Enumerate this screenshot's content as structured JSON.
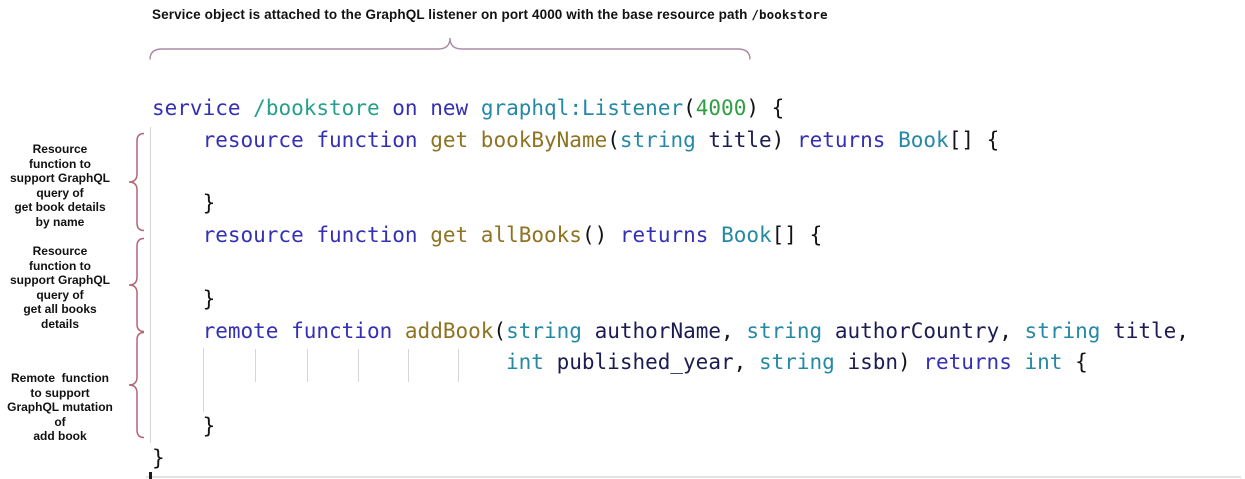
{
  "title": {
    "text": "Service object is attached to the GraphQL listener on port 4000 with the base resource path ",
    "code": "/bookstore"
  },
  "side_annotations": [
    {
      "lines": [
        "Resource",
        "function to",
        "support GraphQL",
        "query of",
        "get book details",
        "by name"
      ]
    },
    {
      "lines": [
        "Resource",
        "function to",
        "support GraphQL",
        "query of",
        "get all books",
        "details"
      ]
    },
    {
      "lines": [
        "Remote  function",
        "to support",
        "GraphQL mutation",
        "of",
        "add book"
      ]
    }
  ],
  "colors": {
    "annotation_text": "#111111",
    "brace_top": "#a98ba3",
    "brace_side": "#b36476",
    "indent_guide": "#d6d6d6",
    "kw": "#3430b4",
    "path": "#26a08c",
    "type": "#2589a5",
    "num": "#2f9e44",
    "fn": "#8e7322",
    "param": "#1c1c52",
    "plain": "#121217"
  },
  "code": {
    "lines": [
      [
        [
          "service",
          "kw"
        ],
        [
          " ",
          "plain"
        ],
        [
          "/bookstore",
          "path"
        ],
        [
          " ",
          "plain"
        ],
        [
          "on",
          "kw"
        ],
        [
          " ",
          "plain"
        ],
        [
          "new",
          "kw"
        ],
        [
          " ",
          "plain"
        ],
        [
          "graphql:Listener",
          "type"
        ],
        [
          "(",
          "plain"
        ],
        [
          "4000",
          "num"
        ],
        [
          ")",
          "plain"
        ],
        [
          " {",
          "plain"
        ]
      ],
      [
        [
          "    ",
          "plain"
        ],
        [
          "resource",
          "kw"
        ],
        [
          " ",
          "plain"
        ],
        [
          "function",
          "kw"
        ],
        [
          " ",
          "plain"
        ],
        [
          "get",
          "fn"
        ],
        [
          " ",
          "plain"
        ],
        [
          "bookByName",
          "fn"
        ],
        [
          "(",
          "plain"
        ],
        [
          "string",
          "type"
        ],
        [
          " ",
          "plain"
        ],
        [
          "title",
          "param"
        ],
        [
          ")",
          "plain"
        ],
        [
          " ",
          "plain"
        ],
        [
          "returns",
          "kw"
        ],
        [
          " ",
          "plain"
        ],
        [
          "Book",
          "type"
        ],
        [
          "[]",
          "plain"
        ],
        [
          " {",
          "plain"
        ]
      ],
      [],
      [
        [
          "    }",
          "plain"
        ]
      ],
      [
        [
          "    ",
          "plain"
        ],
        [
          "resource",
          "kw"
        ],
        [
          " ",
          "plain"
        ],
        [
          "function",
          "kw"
        ],
        [
          " ",
          "plain"
        ],
        [
          "get",
          "fn"
        ],
        [
          " ",
          "plain"
        ],
        [
          "allBooks",
          "fn"
        ],
        [
          "()",
          "plain"
        ],
        [
          " ",
          "plain"
        ],
        [
          "returns",
          "kw"
        ],
        [
          " ",
          "plain"
        ],
        [
          "Book",
          "type"
        ],
        [
          "[]",
          "plain"
        ],
        [
          " {",
          "plain"
        ]
      ],
      [],
      [
        [
          "    }",
          "plain"
        ]
      ],
      [
        [
          "    ",
          "plain"
        ],
        [
          "remote",
          "kw"
        ],
        [
          " ",
          "plain"
        ],
        [
          "function",
          "kw"
        ],
        [
          " ",
          "plain"
        ],
        [
          "addBook",
          "fn"
        ],
        [
          "(",
          "plain"
        ],
        [
          "string",
          "type"
        ],
        [
          " ",
          "plain"
        ],
        [
          "authorName",
          "param"
        ],
        [
          ",",
          "plain"
        ],
        [
          " ",
          "plain"
        ],
        [
          "string",
          "type"
        ],
        [
          " ",
          "plain"
        ],
        [
          "authorCountry",
          "param"
        ],
        [
          ",",
          "plain"
        ],
        [
          " ",
          "plain"
        ],
        [
          "string",
          "type"
        ],
        [
          " ",
          "plain"
        ],
        [
          "title",
          "param"
        ],
        [
          ",",
          "plain"
        ]
      ],
      [
        [
          "                            ",
          "plain"
        ],
        [
          "int",
          "type"
        ],
        [
          " ",
          "plain"
        ],
        [
          "published_year",
          "param"
        ],
        [
          ",",
          "plain"
        ],
        [
          " ",
          "plain"
        ],
        [
          "string",
          "type"
        ],
        [
          " ",
          "plain"
        ],
        [
          "isbn",
          "param"
        ],
        [
          ")",
          "plain"
        ],
        [
          " ",
          "plain"
        ],
        [
          "returns",
          "kw"
        ],
        [
          " ",
          "plain"
        ],
        [
          "int",
          "type"
        ],
        [
          " {",
          "plain"
        ]
      ],
      [],
      [
        [
          "    }",
          "plain"
        ]
      ],
      [
        [
          "}",
          "plain"
        ]
      ]
    ]
  }
}
